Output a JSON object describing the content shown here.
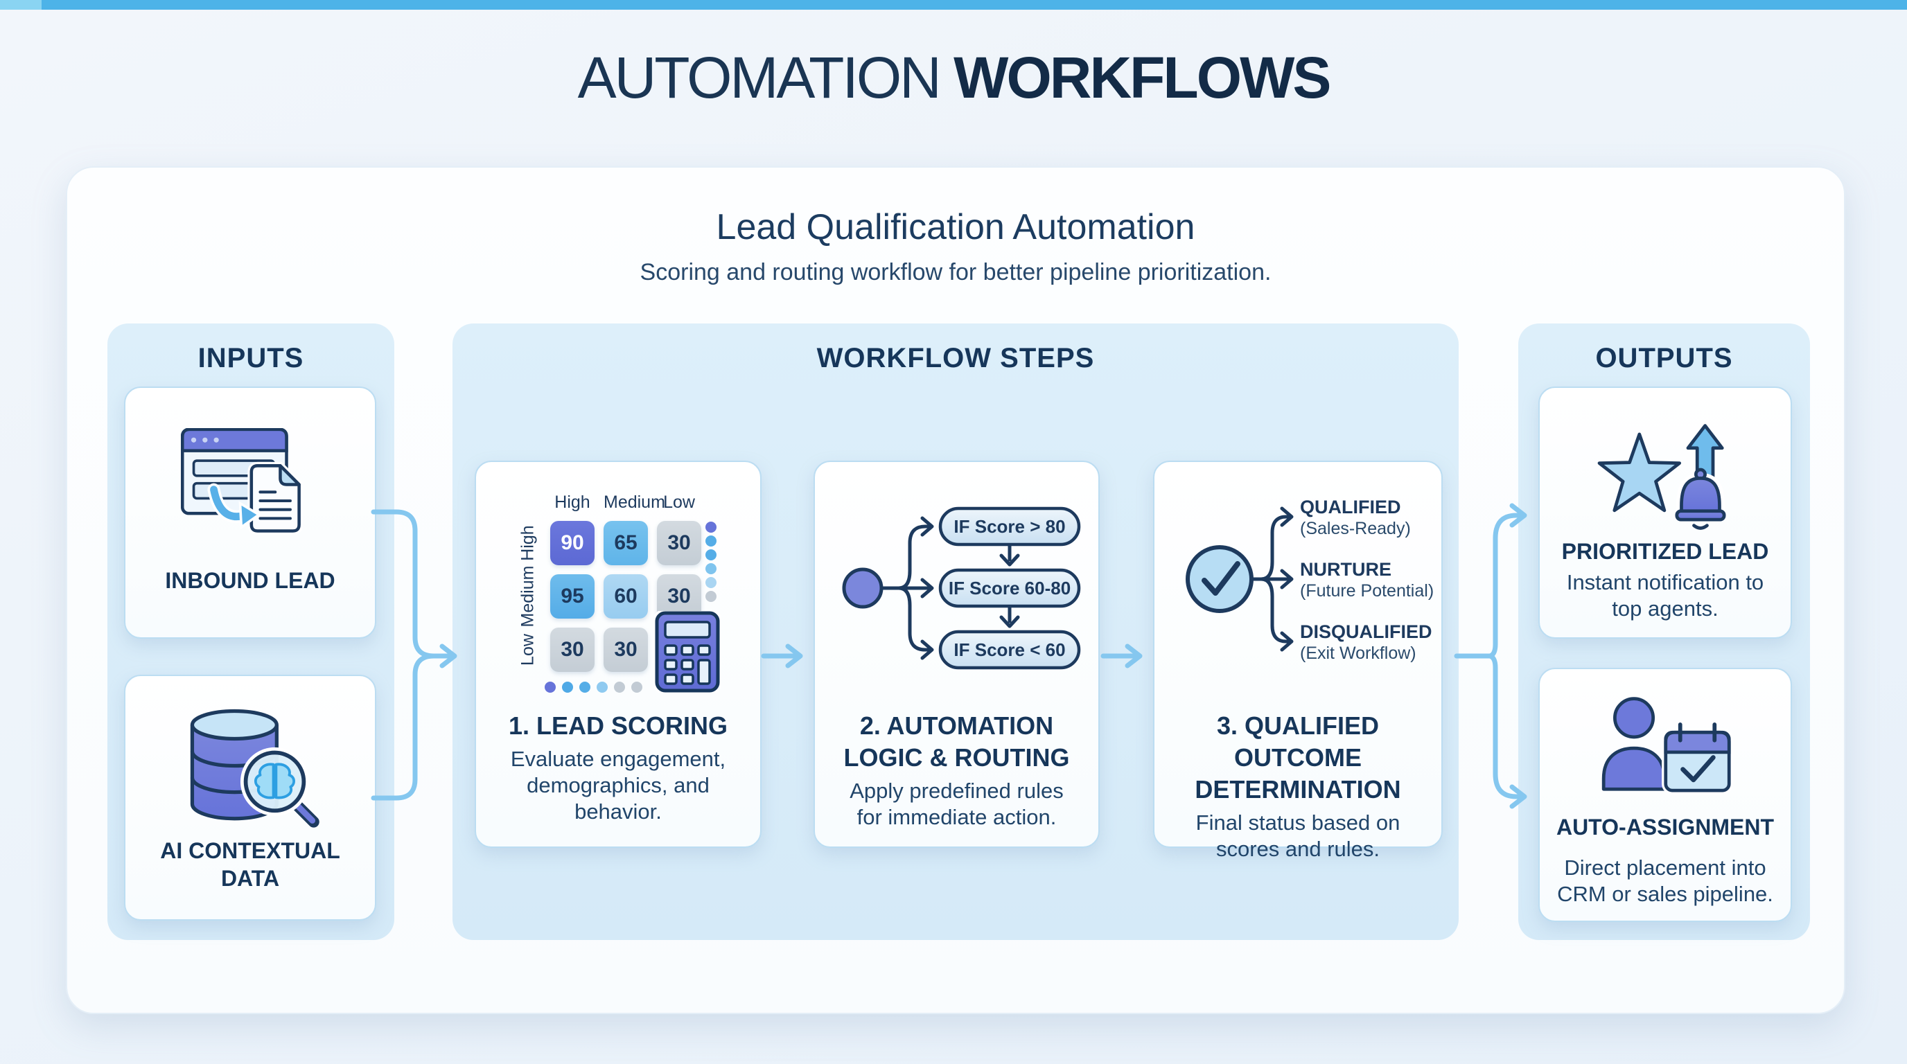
{
  "colors": {
    "top_bar": "#4DB3E8",
    "navy_text": "#16365A",
    "indigo": "#6673D9",
    "sky_blue": "#5FB2E9",
    "panel_blue": "#D9ECF9",
    "arrow_blue": "#85C7EF"
  },
  "header": {
    "title_regular": "AUTOMATION",
    "title_bold": "WORKFLOWS"
  },
  "card": {
    "title": "Lead Qualification Automation",
    "subtitle": "Scoring and routing workflow for better pipeline prioritization."
  },
  "inputs": {
    "header": "INPUTS",
    "items": [
      {
        "label": "INBOUND LEAD",
        "icon": "browser-form-to-document"
      },
      {
        "label": "AI CONTEXTUAL DATA",
        "icon": "database-ai-search"
      }
    ]
  },
  "workflow": {
    "header": "WORKFLOW STEPS",
    "steps": [
      {
        "title": "1. LEAD SCORING",
        "description": "Evaluate engagement, demographics, and behavior.",
        "icon": "calculator",
        "matrix": {
          "col_headers": [
            "High",
            "Medium",
            "Low"
          ],
          "row_headers": [
            "High",
            "Medium",
            "Low"
          ],
          "cells": [
            [
              "90",
              "65",
              "30"
            ],
            [
              "95",
              "60",
              "30"
            ],
            [
              "30",
              "30"
            ]
          ]
        }
      },
      {
        "title": "2. AUTOMATION LOGIC & ROUTING",
        "description": "Apply predefined rules for immediate action.",
        "icon": "branching-rules",
        "rules": [
          "IF Score > 80",
          "IF Score 60-80",
          "IF Score < 60"
        ]
      },
      {
        "title": "3. QUALIFIED OUTCOME DETERMINATION",
        "description": "Final status based on scores and rules.",
        "icon": "check-circle",
        "outcomes": [
          {
            "label": "QUALIFIED",
            "sub": "(Sales-Ready)"
          },
          {
            "label": "NURTURE",
            "sub": "(Future Potential)"
          },
          {
            "label": "DISQUALIFIED",
            "sub": "(Exit Workflow)"
          }
        ]
      }
    ]
  },
  "outputs": {
    "header": "OUTPUTS",
    "items": [
      {
        "label": "PRIORITIZED LEAD",
        "description": "Instant notification to top agents.",
        "icon": "star-bell-up-arrow"
      },
      {
        "label": "AUTO-ASSIGNMENT",
        "description": "Direct placement into CRM or sales pipeline.",
        "icon": "person-calendar-check"
      }
    ]
  }
}
